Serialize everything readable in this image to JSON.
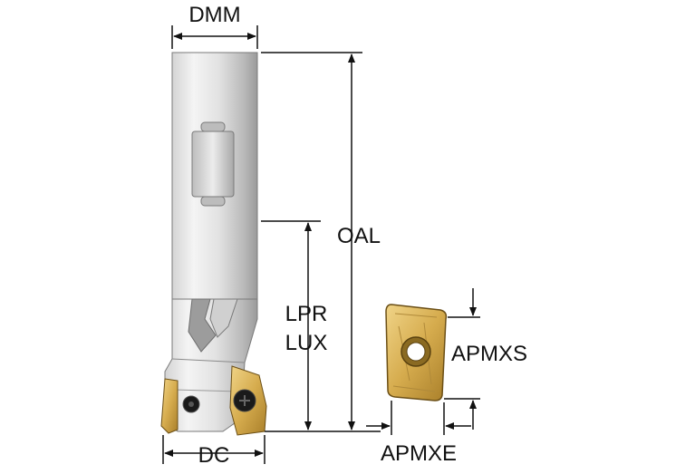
{
  "labels": {
    "dmm": "DMM",
    "oal": "OAL",
    "lpr": "LPR",
    "lux": "LUX",
    "dc": "DC",
    "apmxs": "APMXS",
    "apmxe": "APMXE"
  },
  "colors": {
    "line": "#111111",
    "shank_light": "#f2f2f2",
    "shank_mid": "#c9c9c9",
    "shank_dark": "#8a8a8a",
    "insert_gold": "#d8b15a",
    "insert_dark": "#8a6a22",
    "screw": "#1a1a1a"
  }
}
